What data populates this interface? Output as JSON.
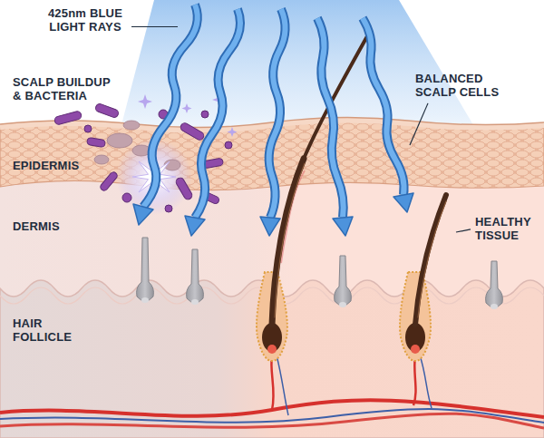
{
  "diagram": {
    "labels": [
      "425nm BLUE LIGHT RAYS",
      "SCALP BUILDUP & BACTERIA",
      "BALANCED SCALP CELLS",
      "EPIDERMIS",
      "DERMIS",
      "HEALTHY TISSUE",
      "HAIR FOLLICLE"
    ]
  }
}
